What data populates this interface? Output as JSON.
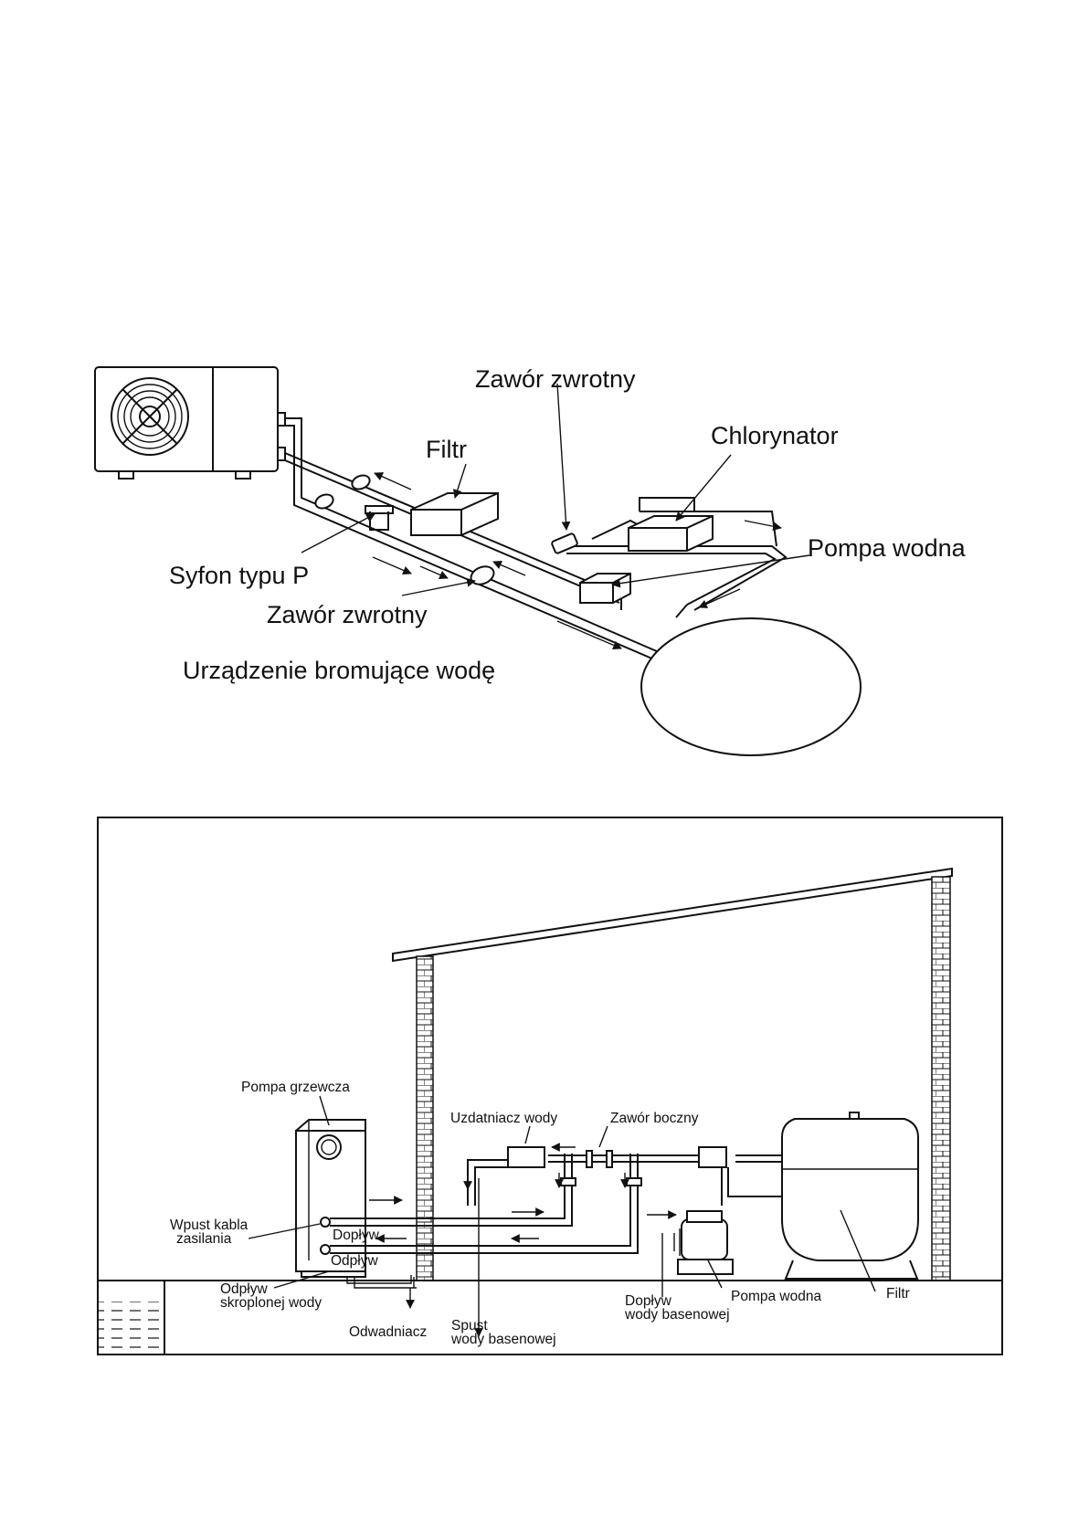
{
  "diagram1": {
    "labels": {
      "check_valve_top": "Zawór zwrotny",
      "filter": "Filtr",
      "chlorinator": "Chlorynator",
      "water_pump": "Pompa wodna",
      "p_trap": "Syfon typu P",
      "check_valve_bottom": "Zawór zwrotny",
      "brominator": "Urządzenie bromujące wodę"
    }
  },
  "diagram2": {
    "labels": {
      "heat_pump": "Pompa grzewcza",
      "water_treatment": "Uzdatniacz wody",
      "side_valve": "Zawór boczny",
      "power_inlet_l1": "Wpust kabla",
      "power_inlet_l2": "zasilania",
      "inflow": "Dopływ",
      "outflow": "Odpływ",
      "condensate_l1": "Odpływ",
      "condensate_l2": "skroplonej wody",
      "drain": "Odwadniacz",
      "pool_drain_l1": "Spust",
      "pool_drain_l2": "wody basenowej",
      "pool_inflow_l1": "Dopływ",
      "pool_inflow_l2": "wody basenowej",
      "water_pump": "Pompa wodna",
      "filter": "Filtr"
    }
  },
  "colors": {
    "line": "#111111",
    "background": "#ffffff"
  }
}
